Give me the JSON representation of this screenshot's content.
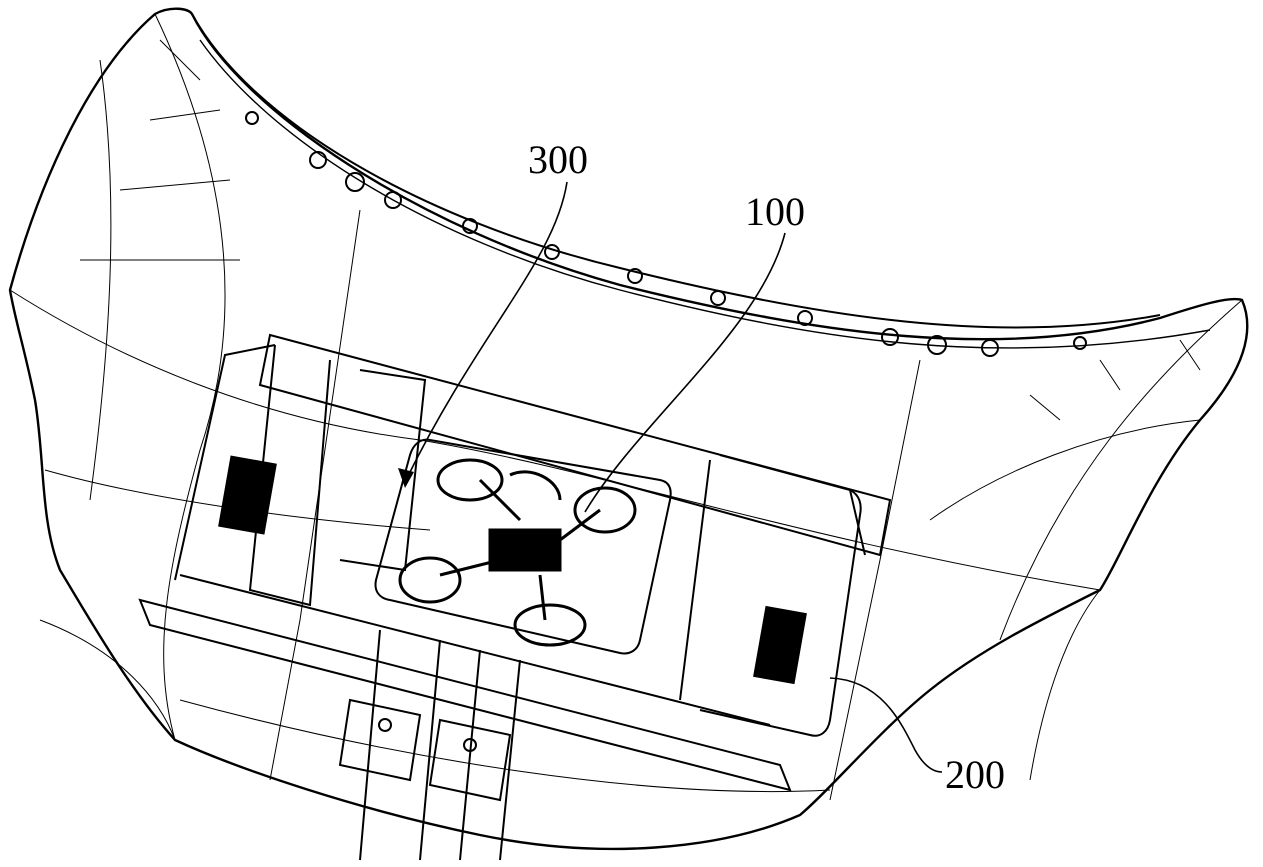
{
  "figure": {
    "labels": [
      {
        "id": "300",
        "text": "300"
      },
      {
        "id": "100",
        "text": "100"
      },
      {
        "id": "200",
        "text": "200"
      }
    ],
    "line_color": "#000000",
    "background": "#ffffff"
  }
}
